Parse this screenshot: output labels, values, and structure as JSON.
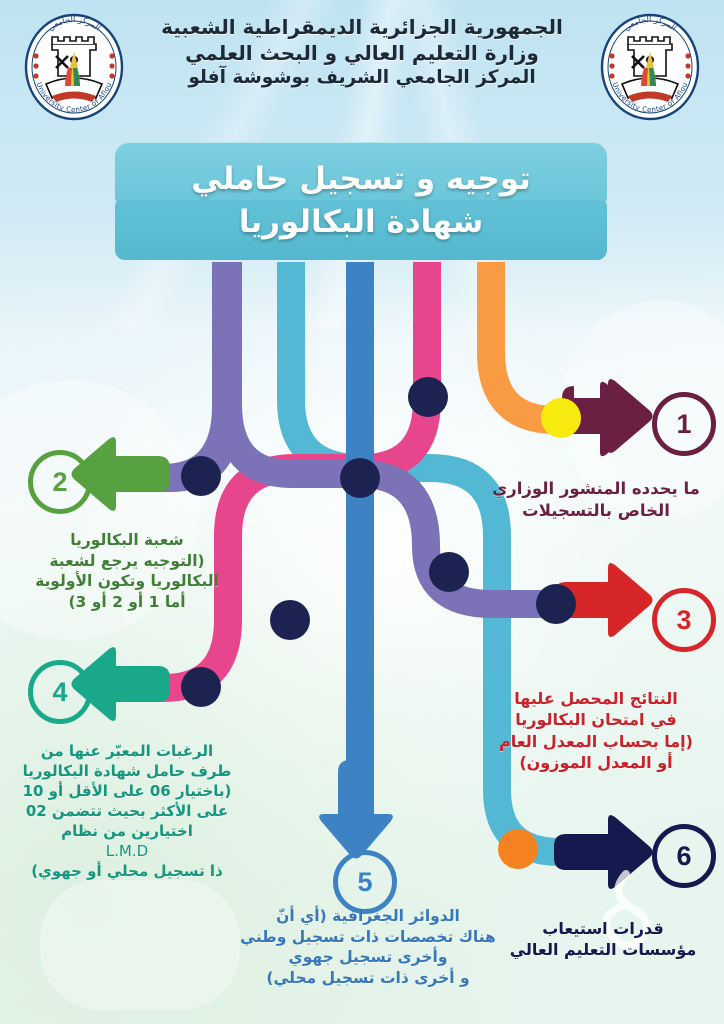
{
  "header": {
    "ministry_lines": [
      "الجمهورية الجزائرية الديمقراطية الشعبية",
      "وزارة التعليم العالي و البحث العلمي",
      "المركز الجامعي الشريف بوشوشة آفلو"
    ],
    "logo_left_name": "university-center-of-aflou-seal",
    "logo_right_name": "university-center-of-aflou-seal",
    "logo_caption_top": "المركز الجامعي",
    "logo_caption_bottom": "University Center of Aflou"
  },
  "title": {
    "line1": "توجيه و تسجيل حاملي",
    "line2": "شهادة البكالوريا",
    "color": "#62c1d6"
  },
  "branches": [
    {
      "number": "1",
      "direction": "right",
      "arrow_color": "#6b1f42",
      "badge_color": "#6b1f42",
      "text_color": "#6b1f42",
      "node_color": "#f6ea0f",
      "pipe_color": "#f89b42",
      "pipe_name": "orange-pipe",
      "lines": [
        "ما يحدده المنشور الوزاري",
        "الخاص بالتسجيلات"
      ]
    },
    {
      "number": "2",
      "direction": "left",
      "arrow_color": "#57a140",
      "badge_color": "#57a140",
      "text_color": "#3f7f36",
      "node_color": "#1d2350",
      "pipe_color": "#7b72b8",
      "pipe_name": "purple-pipe",
      "lines": [
        "شعبة البكالوريا",
        "(التوجيه يرجع لشعبة",
        "البكالوريا وتكون الأولوية",
        "أما 1 أو 2 أو 3)"
      ]
    },
    {
      "number": "3",
      "direction": "right",
      "arrow_color": "#d7262a",
      "badge_color": "#d7262a",
      "text_color": "#c9222b",
      "node_color": "#1d2350",
      "pipe_color": "#7b72b8",
      "pipe_name": "purple-pipe",
      "lines": [
        "النتائج المحصل عليها",
        "في امتحان البكالوريا",
        "(إما بحساب المعدل العام",
        "أو المعدل الموزون)"
      ]
    },
    {
      "number": "4",
      "direction": "left",
      "arrow_color": "#1aa88a",
      "badge_color": "#1aa88a",
      "text_color": "#16967e",
      "node_color": "#1d2350",
      "pipe_color": "#e8468c",
      "pipe_name": "pink-pipe",
      "lines": [
        "الرغبات المعبّر عنها من",
        "طرف حامل شهادة البكالوريا",
        "(باختيار 06 على الأقل أو 10",
        "على الأكثر بحيث تتضمن 02",
        "اختيارين من نظام",
        "L.M.D",
        "ذا تسجيل محلي أو جهوي)"
      ],
      "lmd_line_index": 5
    },
    {
      "number": "5",
      "direction": "down",
      "arrow_color": "#3d83c4",
      "badge_color": "#3d83c4",
      "text_color": "#3878ba",
      "node_color": "#1d2350",
      "pipe_color": "#3d83c4",
      "pipe_name": "blue-pipe",
      "lines": [
        "الدوائر الجغرافية (أي أنّ",
        "هناك تخصصات ذات تسجيل وطني",
        "وأخرى تسجيل جهوي",
        "و أخرى ذات تسجيل محلي)"
      ]
    },
    {
      "number": "6",
      "direction": "right",
      "arrow_color": "#141a4e",
      "badge_color": "#141a4e",
      "text_color": "#141a4e",
      "node_color": "#f58220",
      "pipe_color": "#52b8d4",
      "pipe_name": "light-blue-pipe",
      "lines": [
        "قدرات استيعاب",
        "مؤسسات التعليم العالي"
      ]
    }
  ],
  "palette": {
    "background_top": "#cfe9f5",
    "background_bottom": "#e4f3e8",
    "pipe_purple": "#7b72b8",
    "pipe_light_blue": "#52b8d4",
    "pipe_blue": "#3d83c4",
    "pipe_pink": "#e8468c",
    "pipe_orange": "#f89b42",
    "node_navy": "#1d2350",
    "node_yellow": "#f6ea0f",
    "node_orange": "#f58220"
  }
}
